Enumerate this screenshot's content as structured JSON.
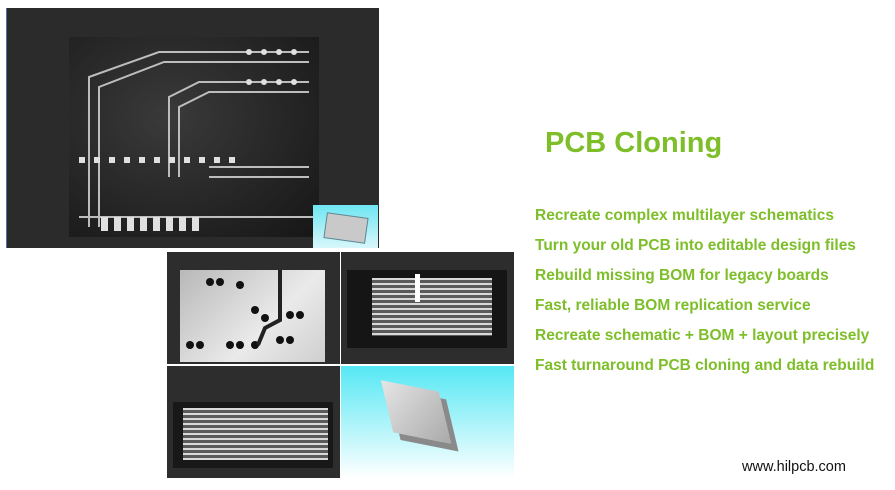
{
  "title": "PCB Cloning",
  "bullets": [
    "Recreate complex multilayer schematics",
    "Turn your old PCB into editable design files",
    "Rebuild missing BOM for legacy boards",
    "Fast, reliable BOM replication service",
    "Recreate schematic + BOM + layout precisely",
    "Fast turnaround PCB cloning and data rebuild"
  ],
  "website": "www.hilpcb.com",
  "colors": {
    "accent": "#7dbe29",
    "viewer_bg": "#2b2b2b",
    "viewport_3d": "#55e8f4"
  }
}
